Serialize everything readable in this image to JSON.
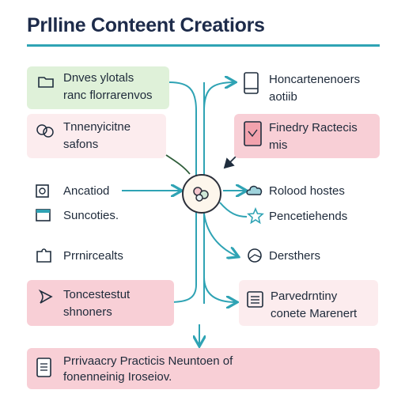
{
  "title": "Prlline Conteent Creatiors",
  "nodes": {
    "top_left": {
      "line1": "Dnves ylotals",
      "line2": "ranc florrarenvos",
      "icon": "folder-icon"
    },
    "mid_left": {
      "line1": "Tnnenyicitne",
      "line2": "safons",
      "icon": "chat-bubbles-icon"
    },
    "left_a": {
      "line1": "Ancatiod",
      "icon": "square-frame-icon"
    },
    "left_b": {
      "line1": "Suncoties.",
      "icon": "window-icon"
    },
    "left_c": {
      "line1": "Prrnircealts",
      "icon": "puzzle-icon"
    },
    "bottom_left": {
      "line1": "Toncestestut",
      "line2": "shnoners",
      "icon": "triangle-icon"
    },
    "top_right": {
      "line1": "Honcartenenoers",
      "line2": "aotiib",
      "icon": "tablet-icon"
    },
    "mid_right": {
      "line1": "Finedry Ractecis",
      "line2": "mis",
      "icon": "document-icon"
    },
    "right_a": {
      "line1": "Rolood hostes",
      "icon": "cloud-icon"
    },
    "right_b": {
      "line1": "Pencetiehends",
      "icon": "star-icon"
    },
    "right_c": {
      "line1": "Dersthers",
      "icon": "globe-icon"
    },
    "bottom_right": {
      "line1": "Parvedrntiny",
      "line2": "conete Marenert",
      "icon": "list-icon"
    },
    "footer": {
      "line1": "Prrivaacry Practicis Neuntoen of",
      "line2": "fonenneinig Iroseiov.",
      "icon": "clipboard-icon"
    }
  },
  "colors": {
    "accent": "#2fa3b4",
    "green_box": "#dff1d9",
    "pink_box": "#fbe3e3",
    "rose_box": "#f8cfd6"
  }
}
